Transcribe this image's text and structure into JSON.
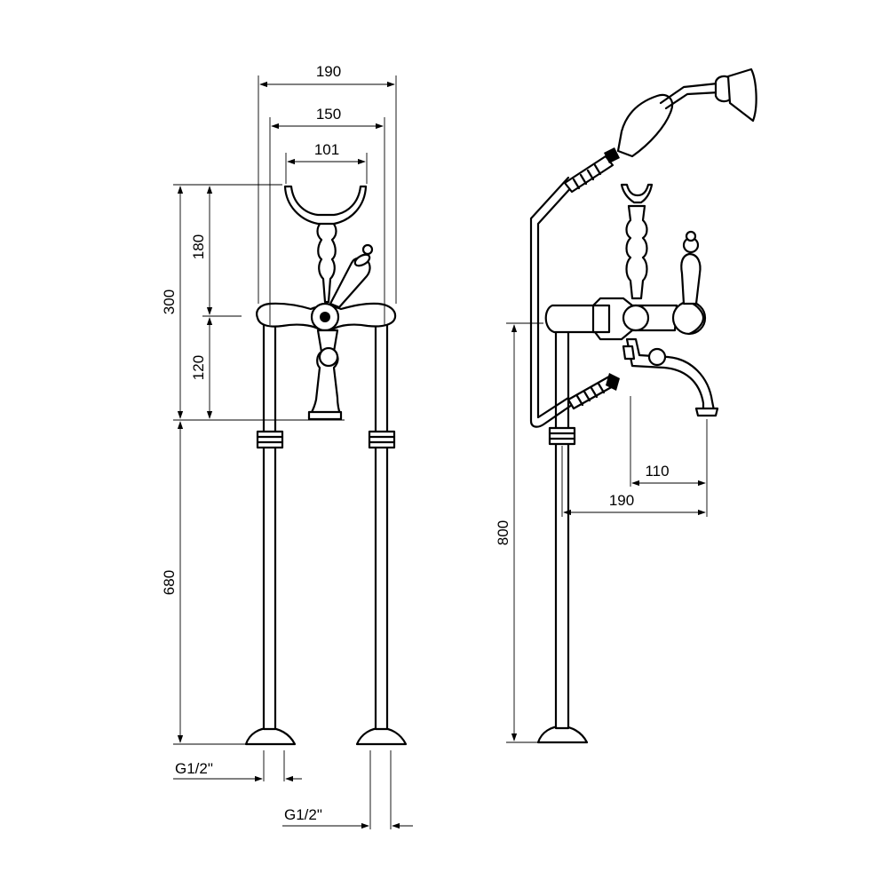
{
  "dimensions": {
    "front": {
      "overall_width": "190",
      "inner_width": "150",
      "cradle_width": "101",
      "total_height": "300",
      "upper_height": "180",
      "lower_height": "120",
      "pipe_height": "680",
      "thread_left": "G1/2\"",
      "thread_right": "G1/2\""
    },
    "side": {
      "spout_reach_short": "110",
      "spout_reach_long": "190",
      "total_height": "800"
    }
  }
}
